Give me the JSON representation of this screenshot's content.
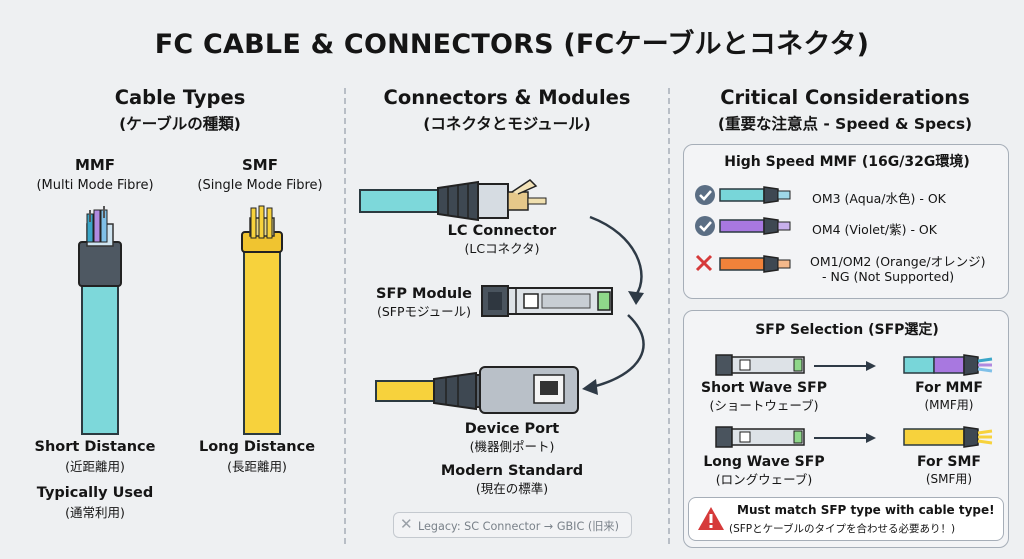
{
  "title": "FC CABLE & CONNECTORS (FCケーブルとコネクタ)",
  "cable_types": {
    "heading": "Cable Types",
    "subheading": "(ケーブルの種類)",
    "mmf": {
      "name": "MMF",
      "full": "(Multi Mode Fibre)",
      "use": "Short Distance",
      "use_jp": "(近距離用)",
      "note": "Typically Used",
      "note_jp": "(通常利用)",
      "color": "#7dd8da"
    },
    "smf": {
      "name": "SMF",
      "full": "(Single Mode Fibre)",
      "use": "Long Distance",
      "use_jp": "(長距離用)",
      "color": "#f7d23c"
    }
  },
  "connectors": {
    "heading": "Connectors & Modules",
    "subheading": "(コネクタとモジュール)",
    "lc": {
      "name": "LC Connector",
      "jp": "(LCコネクタ)"
    },
    "sfp": {
      "name": "SFP Module",
      "jp": "(SFPモジュール)"
    },
    "port": {
      "name": "Device Port",
      "jp": "(機器側ポート)"
    },
    "standard": {
      "name": "Modern Standard",
      "jp": "(現在の標準)"
    },
    "legacy": "Legacy: SC Connector → GBIC (旧来)"
  },
  "critical": {
    "heading": "Critical Considerations",
    "subheading": "(重要な注意点 - Speed & Specs)",
    "high_speed": {
      "title": "High Speed MMF (16G/32G環境)",
      "items": [
        {
          "label": "OM3 (Aqua/水色) - OK",
          "status": "ok",
          "color": "#78d6d9",
          "icon": "check-icon"
        },
        {
          "label": "OM4 (Violet/紫) - OK",
          "status": "ok",
          "color": "#a878e0",
          "icon": "check-icon"
        },
        {
          "label": "OM1/OM2 (Orange/オレンジ)",
          "label2": "- NG (Not Supported)",
          "status": "ng",
          "color": "#f0823a",
          "icon": "cross-icon"
        }
      ]
    },
    "sfp_selection": {
      "title": "SFP Selection (SFP選定)",
      "rows": [
        {
          "sfp": "Short Wave SFP",
          "sfp_jp": "(ショートウェーブ)",
          "target": "For MMF",
          "target_jp": "(MMF用)",
          "color": "#a878e0"
        },
        {
          "sfp": "Long Wave SFP",
          "sfp_jp": "(ロングウェーブ)",
          "target": "For SMF",
          "target_jp": "(SMF用)",
          "color": "#f7d23c"
        }
      ]
    },
    "warning": {
      "line1": "Must match SFP type with cable type!",
      "line2": "(SFPとケーブルのタイプを合わせる必要あり！)"
    }
  }
}
